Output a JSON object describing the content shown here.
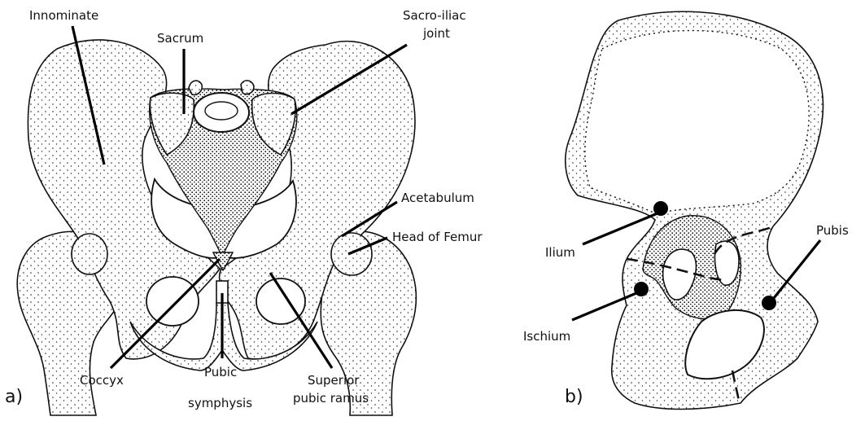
{
  "panel_a": {
    "tag": "a)",
    "labels": {
      "innominate": "Innominate",
      "sacrum": "Sacrum",
      "sacroiliac_1": "Sacro-iliac",
      "sacroiliac_2": "joint",
      "acetabulum": "Acetabulum",
      "head_of_femur": "Head of Femur",
      "coccyx": "Coccyx",
      "pubic_1": "Pubic",
      "pubic_2": "symphysis",
      "superior_1": "Superior",
      "superior_2": "pubic ramus"
    }
  },
  "panel_b": {
    "tag": "b)",
    "labels": {
      "ilium": "Ilium",
      "ischium": "Ischium",
      "pubis": "Pubis"
    }
  }
}
